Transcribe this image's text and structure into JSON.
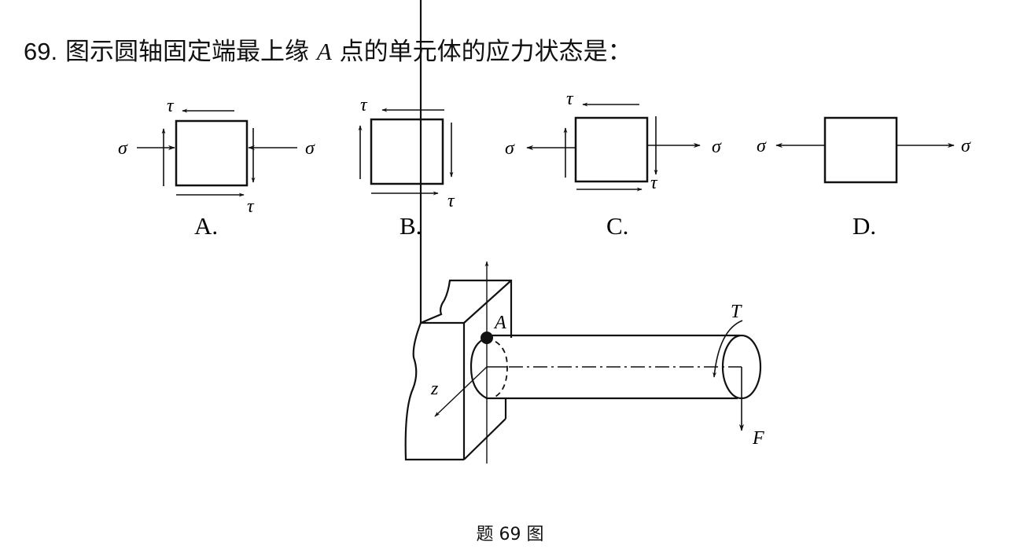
{
  "question": {
    "number": "69.",
    "text_before": "图示圆轴固定端最上缘",
    "point": "A",
    "text_after": "点的单元体的应力状态是："
  },
  "options": [
    {
      "label": "A.",
      "normal_stress": "σ",
      "normal_type": "compression",
      "shear": "τ",
      "has_shear": true
    },
    {
      "label": "B.",
      "shear": "τ",
      "has_shear": true,
      "has_normal": false
    },
    {
      "label": "C.",
      "normal_stress": "σ",
      "normal_type": "tension",
      "shear": "τ",
      "has_shear": true
    },
    {
      "label": "D.",
      "normal_stress": "σ",
      "normal_type": "tension",
      "has_shear": false
    }
  ],
  "figure": {
    "point_label": "A",
    "axis_label": "z",
    "torque_label": "T",
    "force_label": "F",
    "caption": "题 69 图"
  }
}
